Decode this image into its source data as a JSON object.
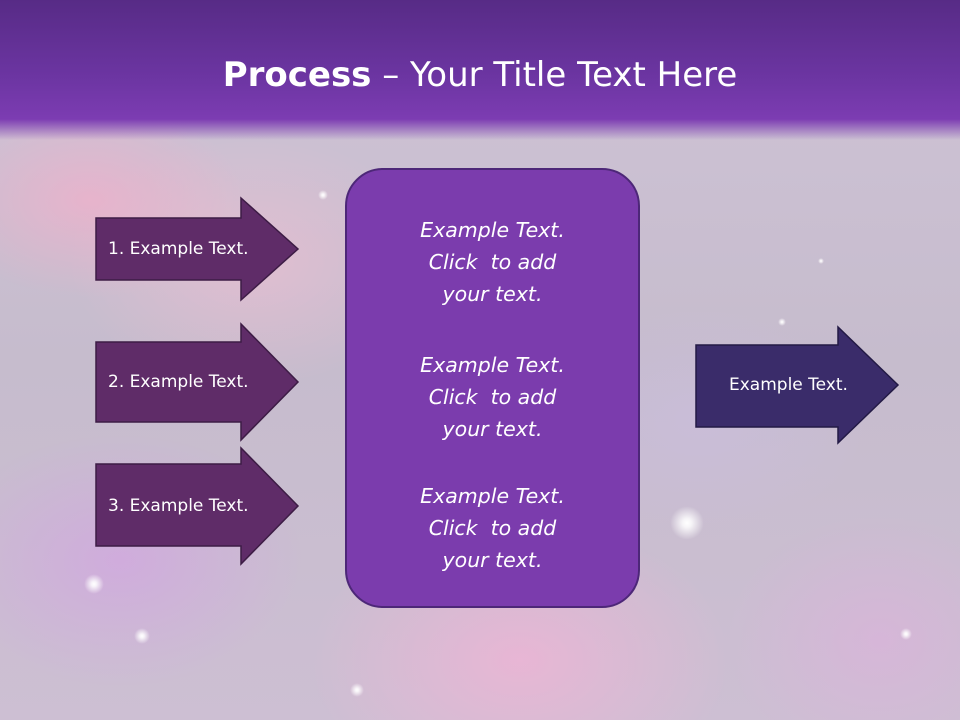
{
  "slide": {
    "title_bold": "Process",
    "title_rest": " – Your Title Text Here"
  },
  "left_arrows": [
    {
      "label": "1. Example Text."
    },
    {
      "label": "2. Example Text."
    },
    {
      "label": "3. Example Text."
    }
  ],
  "center_box": {
    "blocks": [
      {
        "lines": [
          "Example Text.",
          "Click  to add",
          "your text."
        ]
      },
      {
        "lines": [
          "Example Text.",
          "Click  to add",
          "your text."
        ]
      },
      {
        "lines": [
          "Example Text.",
          "Click  to add",
          "your text."
        ]
      }
    ]
  },
  "right_arrow": {
    "label": "Example Text."
  },
  "colors": {
    "header": "#6c35a2",
    "left_arrow_fill": "#5f2c68",
    "center_box_fill": "#7b3cad",
    "right_arrow_fill": "#3a2c6a",
    "text": "#ffffff"
  }
}
